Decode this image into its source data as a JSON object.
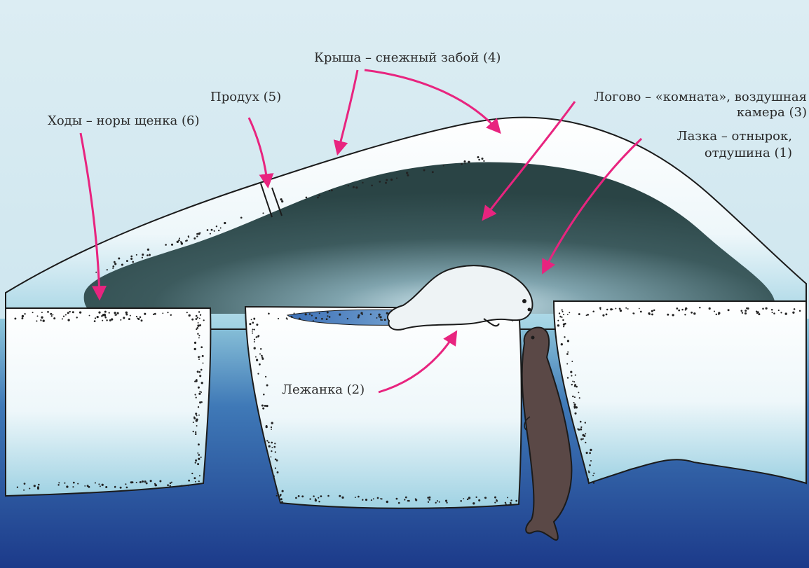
{
  "labels": {
    "roof": "Крыша – снежный забой (4)",
    "den_line1": "Логово – «комната», воздушная",
    "den_line2": "камера (3)",
    "vent": "Продух (5)",
    "passages": "Ходы – норы щенка (6)",
    "exit_line1": "Лазка – отнырок,",
    "exit_line2": "отдушина (1)",
    "bed": "Лежанка (2)"
  },
  "colors": {
    "arrow": "#e8247f",
    "cavity": "#2b4647",
    "water_deep": "#1e3f8f",
    "sky": "#cfe6ef",
    "snow": "#ffffff",
    "seal": "#5a4846",
    "pup": "#eef3f5"
  }
}
